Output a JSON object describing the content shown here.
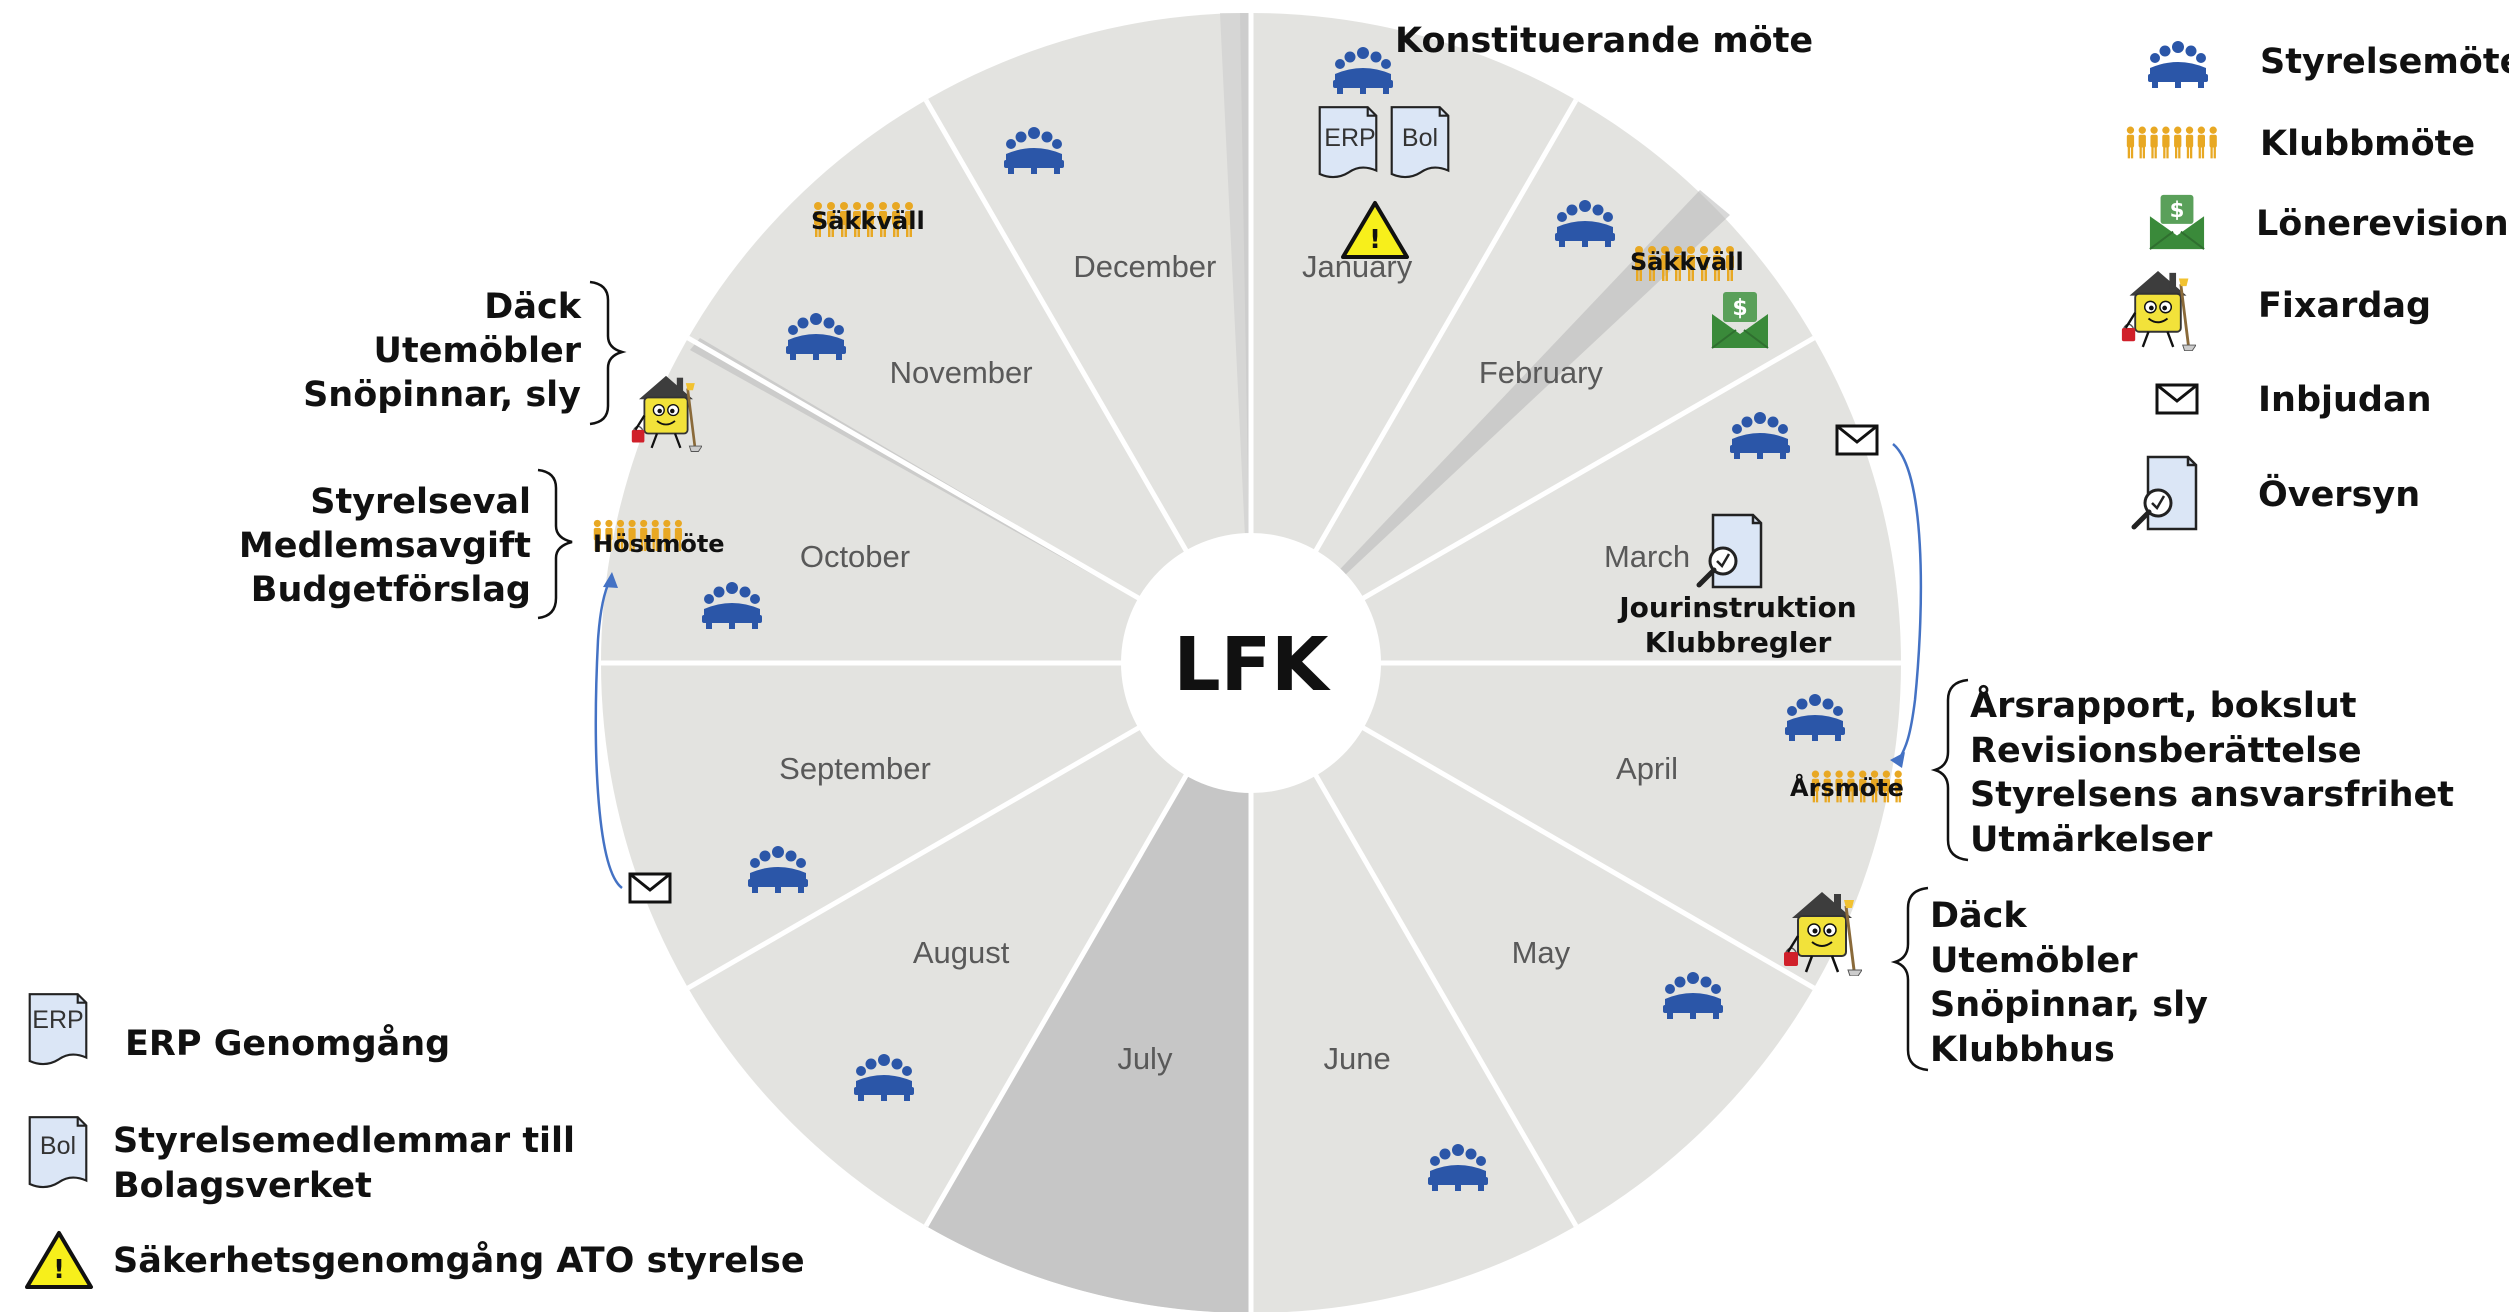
{
  "center_label": "LFK",
  "months": [
    "January",
    "February",
    "March",
    "April",
    "May",
    "June",
    "July",
    "August",
    "September",
    "October",
    "November",
    "December"
  ],
  "colors": {
    "wheel": "#e3e3e0",
    "july": "#c6c6c6",
    "divider": "#ffffff",
    "board_icon": "#2b56a8",
    "club_icon": "#e8a823",
    "salary_icon": "#3a8a3a",
    "doc_fill": "#dbe6f6",
    "warning": "#f7ef1b",
    "arrow": "#4472c4"
  },
  "annotations": {
    "january_title": "Konstituerande möte",
    "sakkvall": "Säkkväll",
    "march_note": [
      "Jourinstruktion",
      "Klubbregler"
    ],
    "april_list": [
      "Årsrapport, bokslut",
      "Revisionsberättelse",
      "Styrelsens ansvarsfrihet",
      "Utmärkelser"
    ],
    "april_meeting": "Årsmöte",
    "may_list": [
      "Däck",
      "Utemöbler",
      "Snöpinnar, sly",
      "Klubbhus"
    ],
    "october_list": [
      "Styrelseval",
      "Medlemsavgift",
      "Budgetförslag"
    ],
    "october_meeting": "Höstmöte",
    "autumn_fix_list": [
      "Däck",
      "Utemöbler",
      "Snöpinnar, sly"
    ]
  },
  "doc_labels": {
    "erp": "ERP",
    "bol": "Bol"
  },
  "warning_symbol": "!",
  "legend_right": [
    {
      "icon": "board-meeting-icon",
      "label": "Styrelsemöte"
    },
    {
      "icon": "club-meeting-icon",
      "label": "Klubbmöte"
    },
    {
      "icon": "salary-review-icon",
      "label": "Lönerevision"
    },
    {
      "icon": "fix-day-icon",
      "label": "Fixardag"
    },
    {
      "icon": "envelope-icon",
      "label": "Inbjudan"
    },
    {
      "icon": "review-icon",
      "label": "Översyn"
    }
  ],
  "legend_bottom": [
    {
      "icon": "erp-doc-icon",
      "label": "ERP Genomgång"
    },
    {
      "icon": "bol-doc-icon",
      "label": [
        "Styrelsemedlemmar till",
        "Bolagsverket"
      ]
    },
    {
      "icon": "warning-icon",
      "label": "Säkerhetsgenomgång ATO styrelse"
    }
  ]
}
